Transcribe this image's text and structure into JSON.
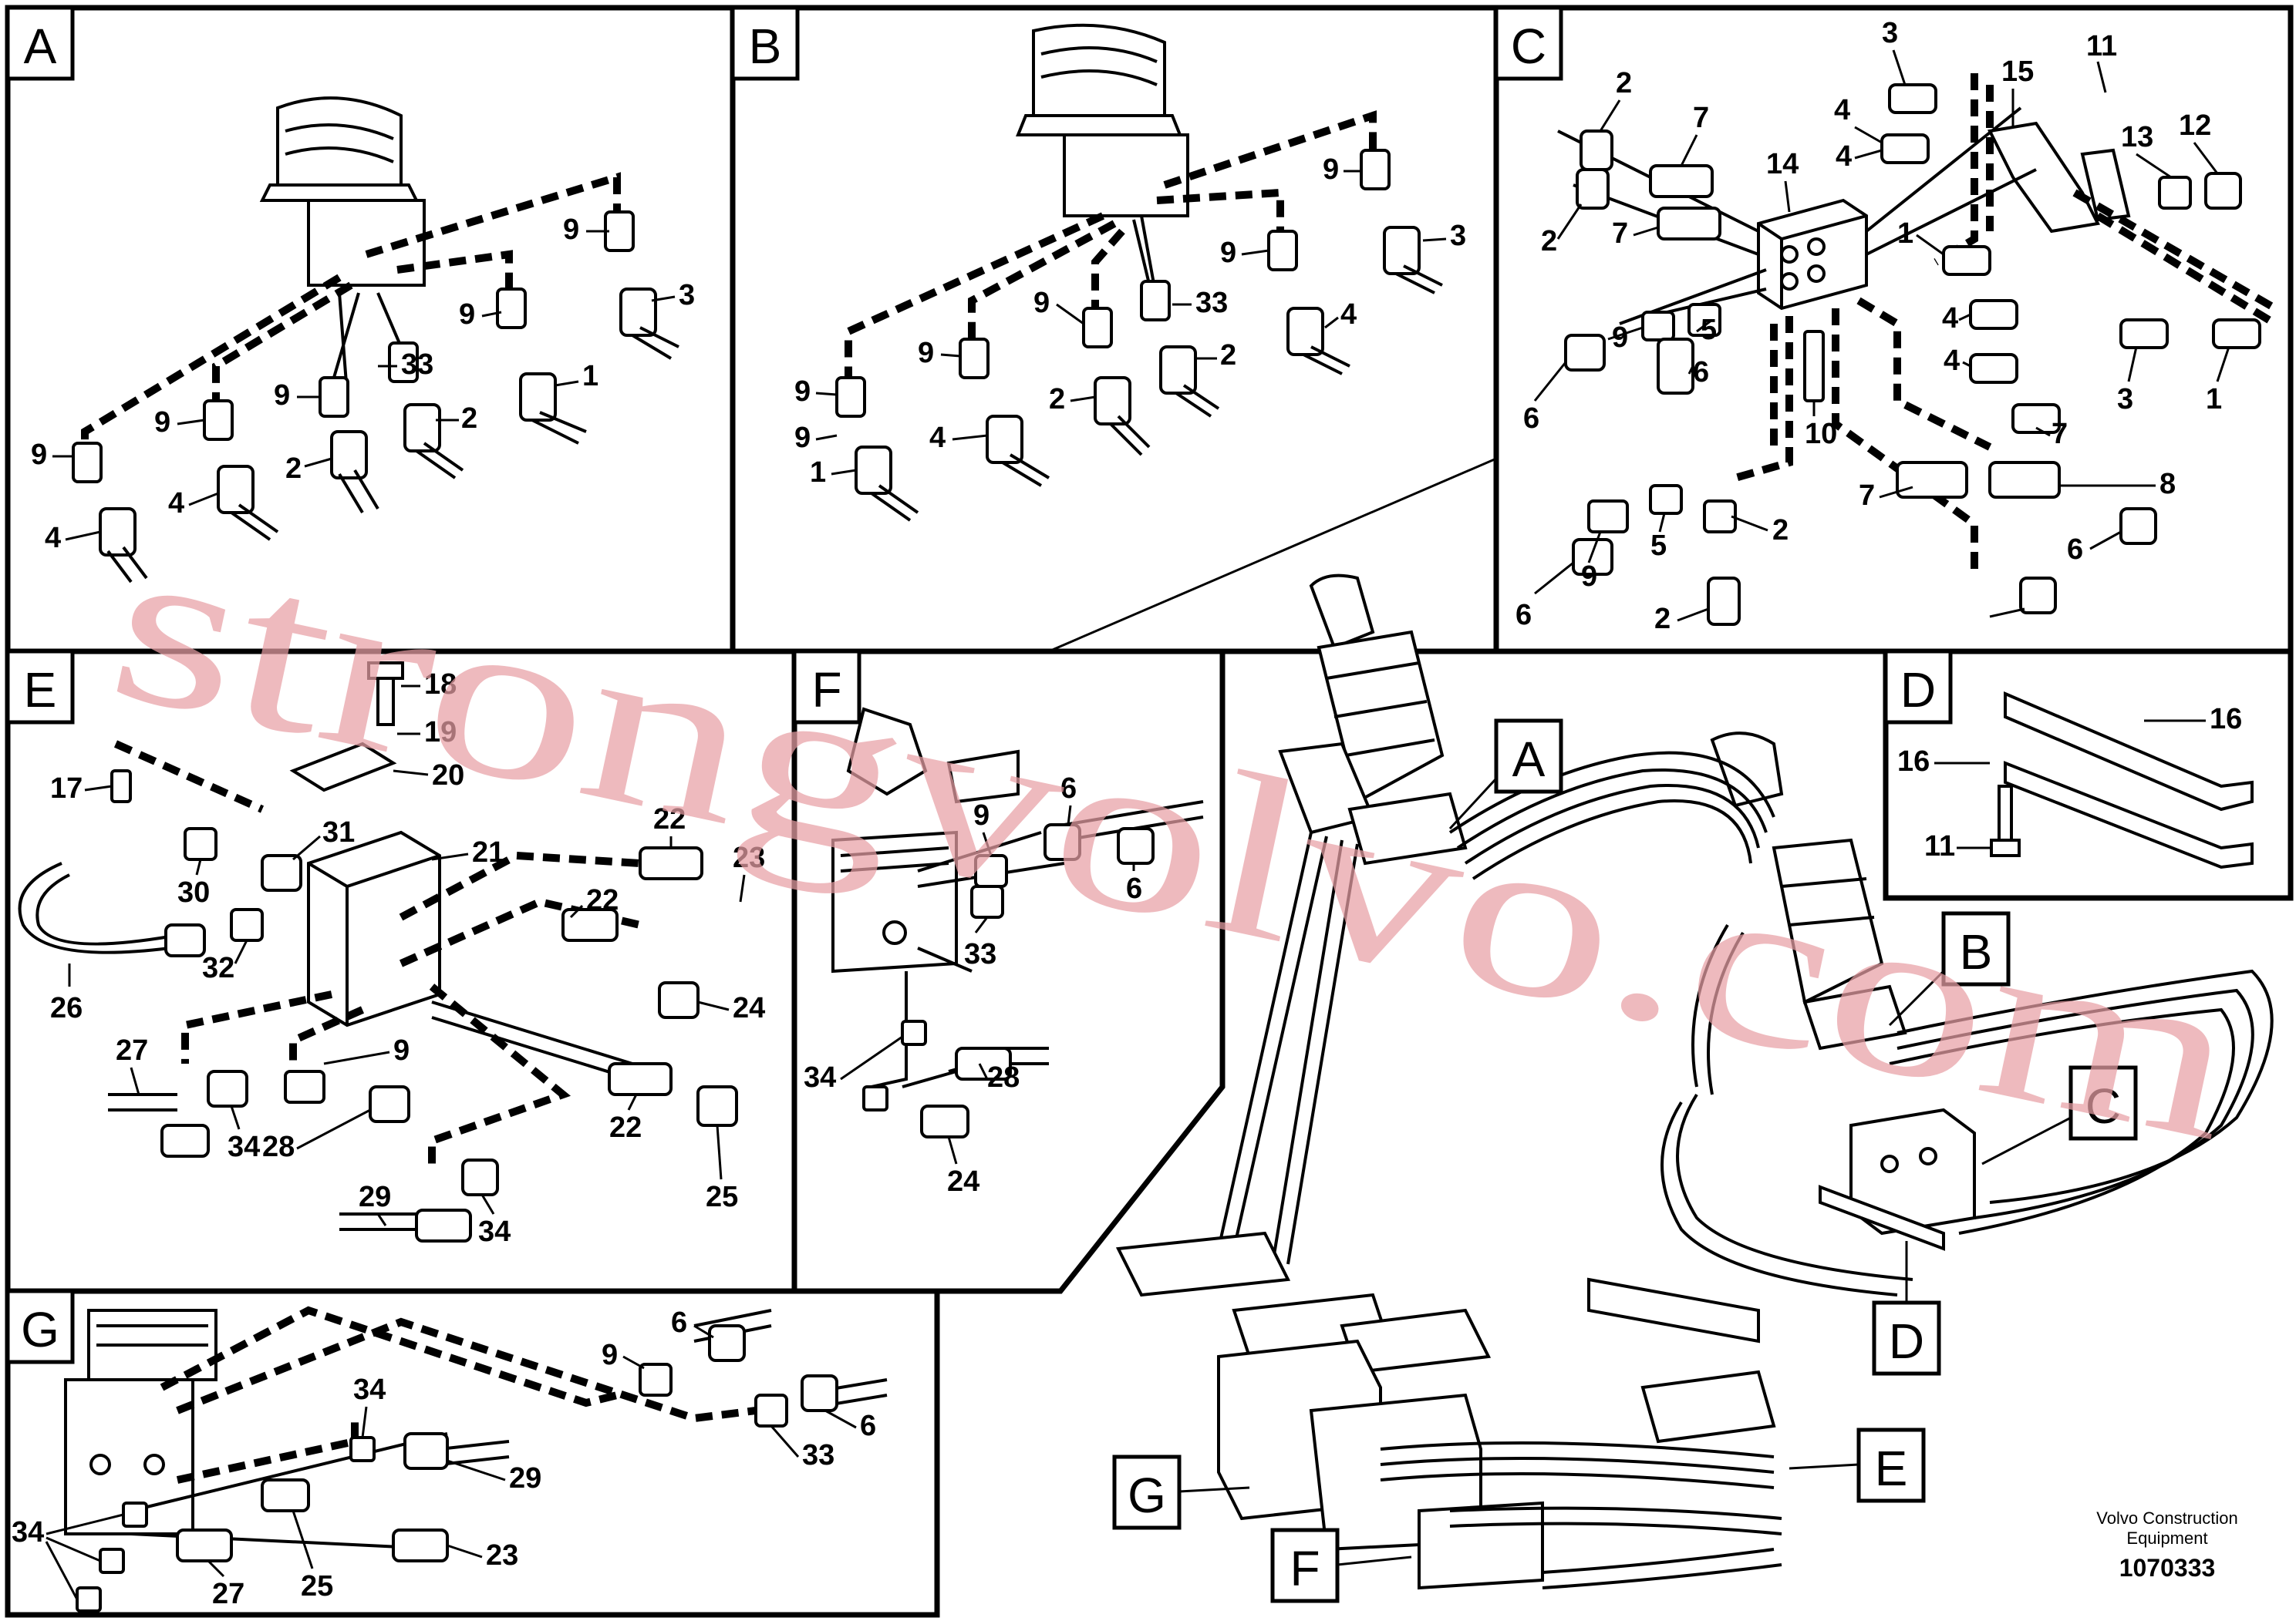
{
  "panels": {
    "A": {
      "letter": "A",
      "labels": [
        "9",
        "3",
        "9",
        "1",
        "9",
        "33",
        "2",
        "9",
        "2",
        "4",
        "9",
        "4"
      ]
    },
    "B": {
      "letter": "B",
      "labels": [
        "9",
        "3",
        "9",
        "4",
        "9",
        "33",
        "2",
        "9",
        "2",
        "9",
        "4",
        "9",
        "1"
      ]
    },
    "C": {
      "letter": "C",
      "labels": [
        "2",
        "7",
        "3",
        "15",
        "11",
        "4",
        "2",
        "7",
        "14",
        "4",
        "13",
        "12",
        "1",
        "9",
        "5",
        "4",
        "6",
        "6",
        "10",
        "4",
        "3",
        "1",
        "7",
        "7",
        "8",
        "9",
        "5",
        "2",
        "6",
        "6",
        "2"
      ]
    },
    "D": {
      "letter": "D",
      "labels": [
        "16",
        "16",
        "11"
      ]
    },
    "E": {
      "letter": "E",
      "labels": [
        "18",
        "19",
        "17",
        "20",
        "31",
        "21",
        "22",
        "23",
        "30",
        "22",
        "32",
        "26",
        "24",
        "27",
        "9",
        "28",
        "34",
        "22",
        "29",
        "25",
        "34"
      ]
    },
    "F": {
      "letter": "F",
      "labels": [
        "6",
        "9",
        "6",
        "33",
        "34",
        "28",
        "24"
      ]
    },
    "G": {
      "letter": "G",
      "labels": [
        "6",
        "9",
        "34",
        "6",
        "29",
        "33",
        "34",
        "23",
        "27",
        "25"
      ]
    }
  },
  "overview": {
    "callouts": [
      "A",
      "B",
      "C",
      "D",
      "E",
      "F",
      "G"
    ]
  },
  "watermark": "strongvolvo.com",
  "credit": {
    "line1": "Volvo Construction",
    "line2": "Equipment",
    "number": "1070333"
  }
}
